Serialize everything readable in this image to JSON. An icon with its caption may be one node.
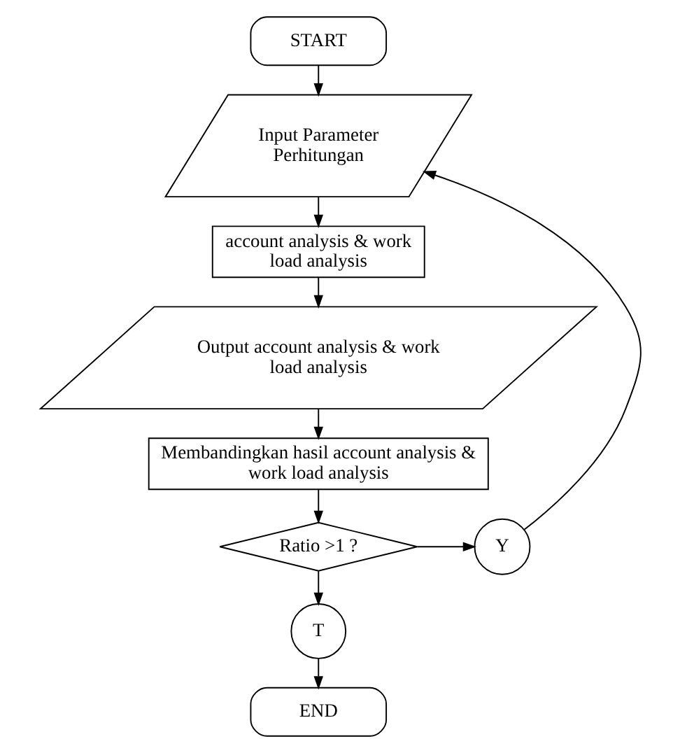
{
  "diagram": {
    "nodes": [
      {
        "text": [
          "START"
        ]
      },
      {
        "text": [
          "Input Parameter Perhitungan"
        ]
      },
      {
        "text": [
          "account analysis & work load analysis"
        ]
      },
      {
        "text": [
          "Output account analysis & work load analysis"
        ]
      },
      {
        "text": [
          "Membandingkan hasil account analysis & work load analysis"
        ]
      },
      {
        "text": [
          "Ratio >1 ?"
        ]
      },
      {
        "text": [
          "Y"
        ]
      },
      {
        "text": [
          "T"
        ]
      },
      {
        "text": [
          "END"
        ]
      }
    ],
    "edges": [
      {
        "from": 0,
        "to": 1,
        "arrow": "to"
      },
      {
        "from": 1,
        "to": 2,
        "arrow": "to"
      },
      {
        "from": 2,
        "to": 3,
        "arrow": "to"
      },
      {
        "from": 3,
        "to": 4,
        "arrow": "to"
      },
      {
        "from": 4,
        "to": 5,
        "arrow": "to"
      },
      {
        "from": 5,
        "to": 6,
        "arrow": "to"
      },
      {
        "from": 6,
        "to": 1,
        "arrow": "to"
      },
      {
        "from": 5,
        "to": 7,
        "arrow": "to"
      },
      {
        "from": 7,
        "to": 8,
        "arrow": "to"
      }
    ]
  }
}
